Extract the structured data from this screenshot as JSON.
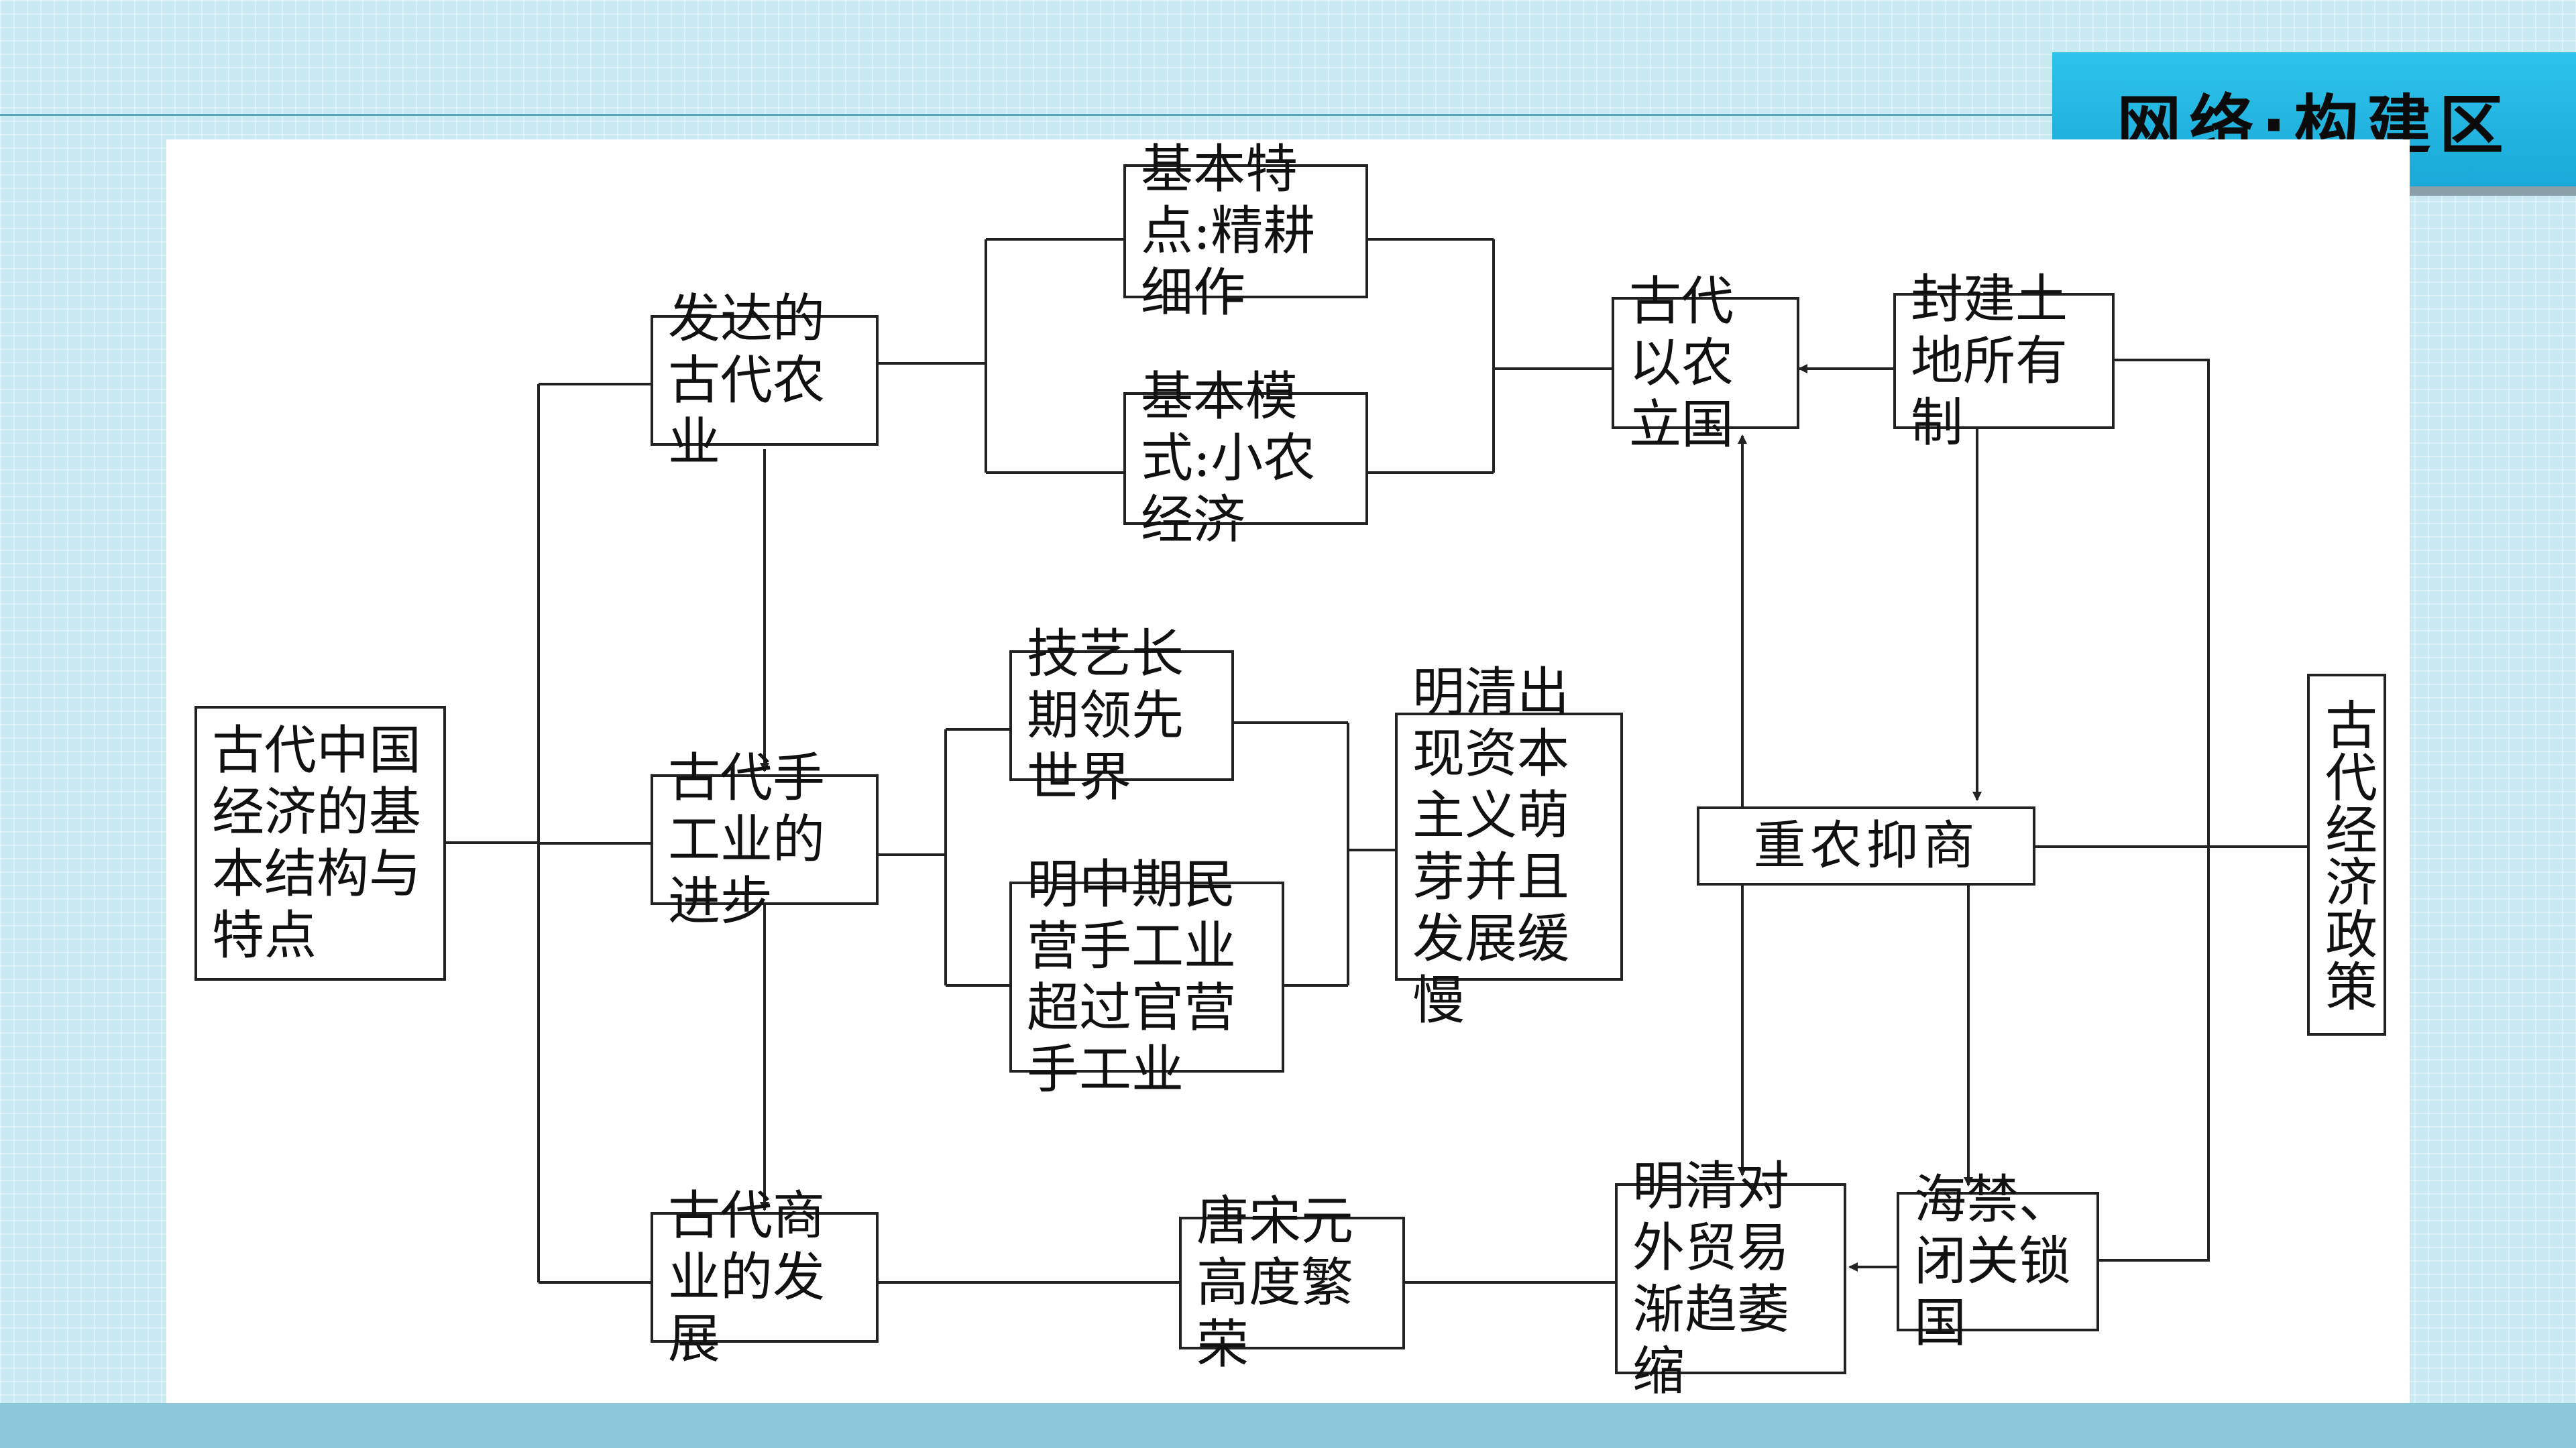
{
  "header": {
    "title": "网络·构建区"
  },
  "diagram": {
    "root": "古代中国经济的基本结构与特点",
    "agriculture": "发达的古代农业",
    "agri_feature": "基本特点:精耕细作",
    "agri_mode": "基本模式:小农经济",
    "nong_li_guo": "古代以农立国",
    "feudal_land": "封建土地所有制",
    "handicraft": "古代手工业的进步",
    "craft_lead": "技艺长期领先世界",
    "craft_private": "明中期民营手工业超过官营手工业",
    "capitalism": "明清出现资本主义萌芽并且发展缓慢",
    "zhongnong": "重农抑商",
    "policy": "古代经济政策",
    "commerce": "古代商业的发展",
    "tang_song": "唐宋元高度繁荣",
    "foreign_trade": "明清对外贸易渐趋萎缩",
    "haijin": "海禁、闭关锁国"
  }
}
